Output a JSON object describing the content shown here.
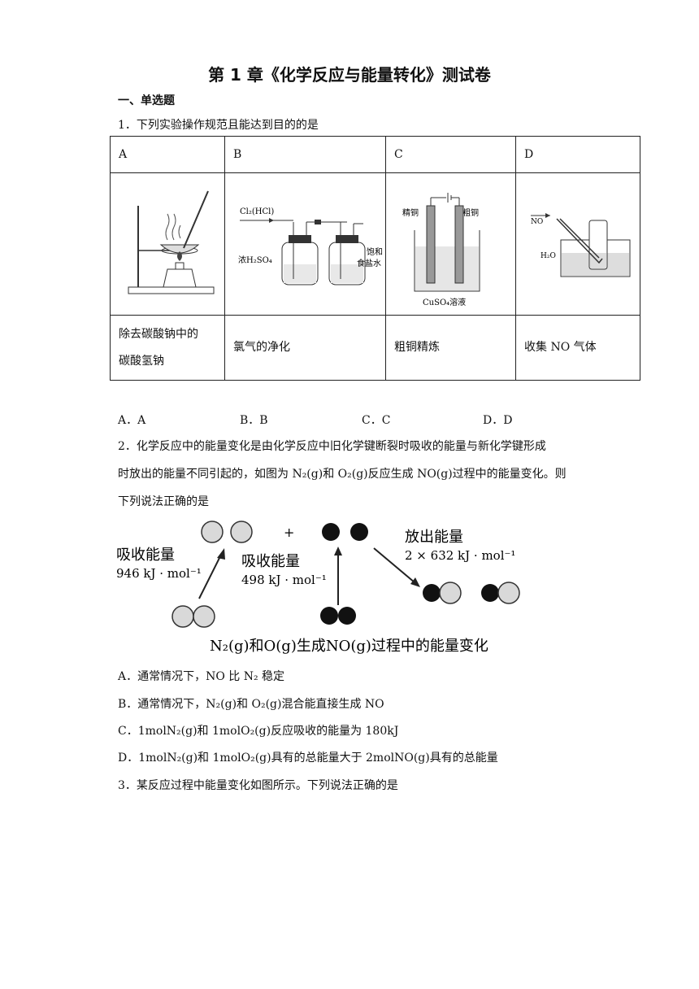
{
  "title": "第 1 章《化学反应与能量转化》测试卷",
  "section": "一、单选题",
  "q1": {
    "stem": "1．下列实验操作规范且能达到目的的是",
    "headers": [
      "A",
      "B",
      "C",
      "D"
    ],
    "labels": {
      "b_gas": "Cl₂(HCl)",
      "b_acid": "浓H₂SO₄",
      "b_salt1": "饱和",
      "b_salt2": "食盐水",
      "c_left": "精铜",
      "c_right": "粗铜",
      "c_sol": "CuSO₄溶液",
      "d_no": "NO",
      "d_water": "H₂O"
    },
    "descs": [
      "除去碳酸钠中的碳酸氢钠",
      "氯气的净化",
      "粗铜精炼",
      "收集 NO 气体"
    ],
    "desc_a_line1": "除去碳酸钠中的",
    "desc_a_line2": "碳酸氢钠",
    "options": [
      "A．A",
      "B．B",
      "C．C",
      "D．D"
    ]
  },
  "q2": {
    "stem_line1": "2．化学反应中的能量变化是由化学反应中旧化学键断裂时吸收的能量与新化学键形成",
    "stem_line2": "时放出的能量不同引起的，如图为 N₂(g)和 O₂(g)反应生成 NO(g)过程中的能量变化。则",
    "stem_line3": "下列说法正确的是",
    "diagram": {
      "absorb1_label": "吸收能量",
      "absorb1_value": "946 kJ · mol⁻¹",
      "absorb2_label": "吸收能量",
      "absorb2_value": "498 kJ · mol⁻¹",
      "release_label": "放出能量",
      "release_value": "2 × 632 kJ · mol⁻¹",
      "plus": "+",
      "caption": "N₂(g)和O(g)生成NO(g)过程中的能量变化"
    },
    "options": [
      "A．通常情况下，NO 比 N₂ 稳定",
      "B．通常情况下，N₂(g)和 O₂(g)混合能直接生成 NO",
      "C．1molN₂(g)和 1molO₂(g)反应吸收的能量为 180kJ",
      "D．1molN₂(g)和 1molO₂(g)具有的总能量大于 2molNO(g)具有的总能量"
    ]
  },
  "q3": {
    "stem": "3．某反应过程中能量变化如图所示。下列说法正确的是"
  }
}
